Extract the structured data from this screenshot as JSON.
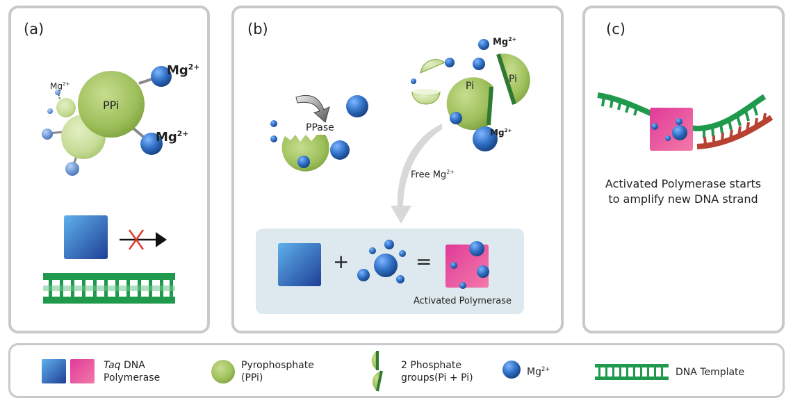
{
  "panels": {
    "a": {
      "label": "(a)",
      "ppi": "PPi",
      "mg_prefix": "Mg",
      "mg_charge": "2+"
    },
    "b": {
      "label": "(b)",
      "ppase": "PPase",
      "pi": "Pi",
      "mg_prefix": "Mg",
      "mg_charge": "2+",
      "free_mg_prefix": "Free Mg",
      "plus": "+",
      "equals": "=",
      "activated": "Activated Polymerase"
    },
    "c": {
      "label": "(c)",
      "caption_line1": "Activated Polymerase starts",
      "caption_line2": "to amplify new DNA strand"
    }
  },
  "legend": {
    "taq_italic": "Taq",
    "taq_rest": " DNA",
    "taq_line2": "Polymerase",
    "ppi_line1": "Pyrophosphate",
    "ppi_line2": "(PPi)",
    "phos_line1": "2 Phosphate",
    "phos_line2": "groups(Pi + Pi)",
    "mg_prefix": "Mg",
    "mg_charge": "2+",
    "dna": "DNA Template"
  },
  "colors": {
    "panel_border": "#c9c9c9",
    "inner_box": "#dde9ee",
    "polymerase_inactive": "#3a7fc8",
    "polymerase_active": "#e8479a",
    "ppi_green": "#a3c460",
    "mg_blue": "#2f6fc4",
    "dna_green": "#1f9a4c",
    "new_strand_red": "#b84232",
    "x_mark": "#e0392b"
  }
}
